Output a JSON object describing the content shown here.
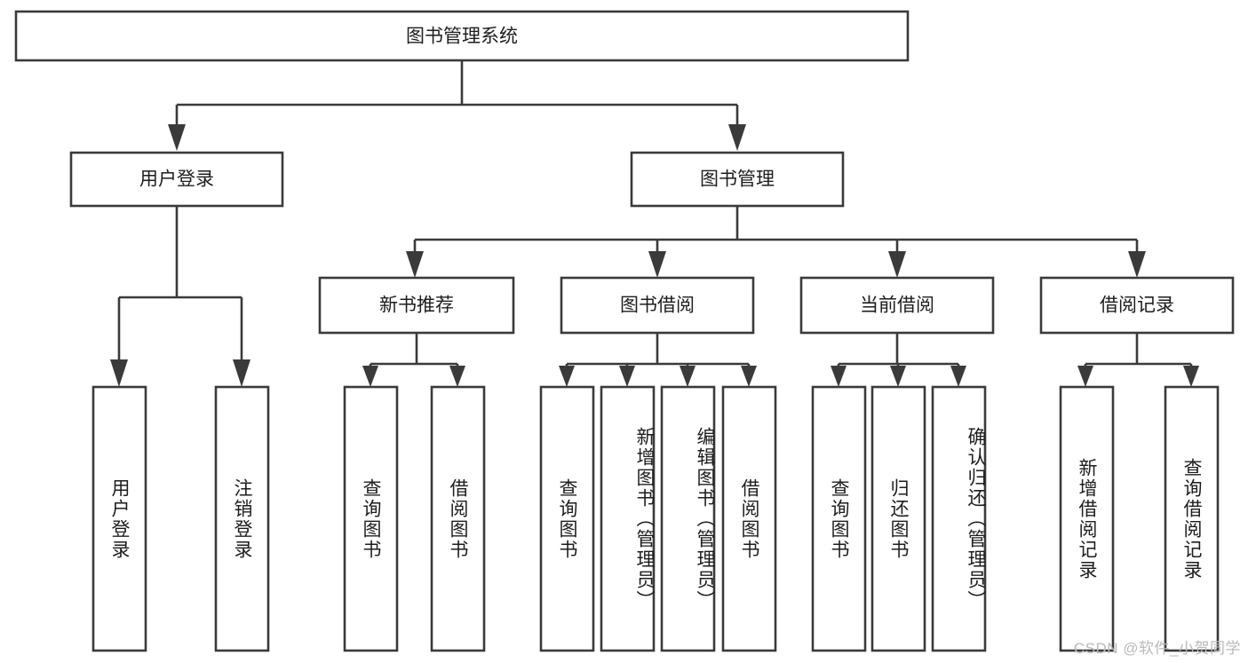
{
  "diagram": {
    "title": "图书管理系统",
    "type": "tree-hierarchy-flowchart",
    "stroke_color": "#3a3a3a",
    "fill_color": "#ffffff",
    "text_color": "#1d1d1d",
    "root": {
      "label": "图书管理系统"
    },
    "level2": [
      {
        "label": "用户登录"
      },
      {
        "label": "图书管理"
      }
    ],
    "level3": [
      {
        "label": "新书推荐"
      },
      {
        "label": "图书借阅"
      },
      {
        "label": "当前借阅"
      },
      {
        "label": "借阅记录"
      }
    ],
    "leaves": {
      "user_login": [
        {
          "label": "用户登录"
        },
        {
          "label": "注销登录"
        }
      ],
      "new_book_recommend": [
        {
          "label": "查询图书"
        },
        {
          "label": "借阅图书"
        }
      ],
      "book_borrow": [
        {
          "label": "查询图书"
        },
        {
          "label": "新增图书（管理员）"
        },
        {
          "label": "编辑图书（管理员）"
        },
        {
          "label": "借阅图书"
        }
      ],
      "current_borrow": [
        {
          "label": "查询图书"
        },
        {
          "label": "归还图书"
        },
        {
          "label": "确认归还（管理员）"
        }
      ],
      "borrow_record": [
        {
          "label": "新增借阅记录"
        },
        {
          "label": "查询借阅记录"
        }
      ]
    }
  },
  "watermark": {
    "text": "CSDN @软件_小贺同学"
  }
}
